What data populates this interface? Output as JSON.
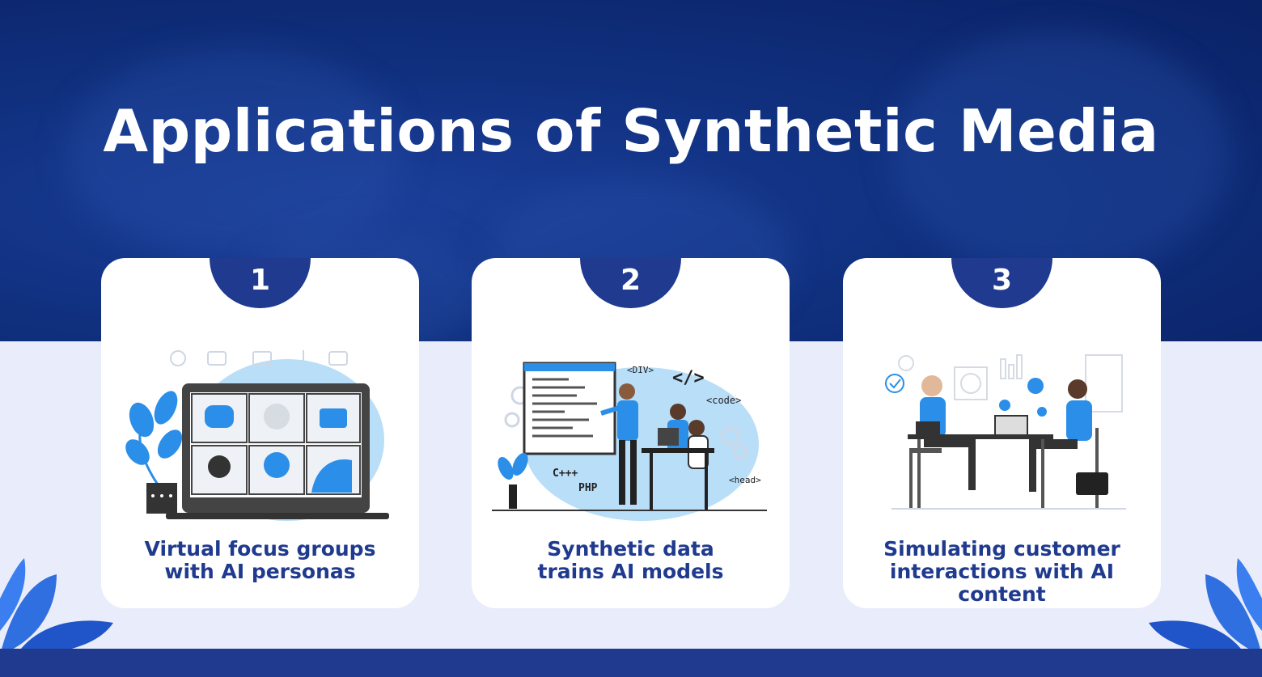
{
  "title": "Applications of Synthetic Media",
  "colors": {
    "navy": "#1f3a8e",
    "accent_blue": "#2b8ee8",
    "light_blue": "#b9def8",
    "background": "#e9ecfa"
  },
  "cards": [
    {
      "number": "1",
      "caption_lines": [
        "Virtual focus groups",
        "with AI personas"
      ]
    },
    {
      "number": "2",
      "caption_lines": [
        "Synthetic data",
        "trains AI models"
      ],
      "illustration_labels": [
        "<DIV>",
        "</>",
        "<code>",
        "C+++",
        "PHP",
        "<head>"
      ]
    },
    {
      "number": "3",
      "caption_lines": [
        "Simulating customer",
        "interactions with AI content"
      ]
    }
  ]
}
